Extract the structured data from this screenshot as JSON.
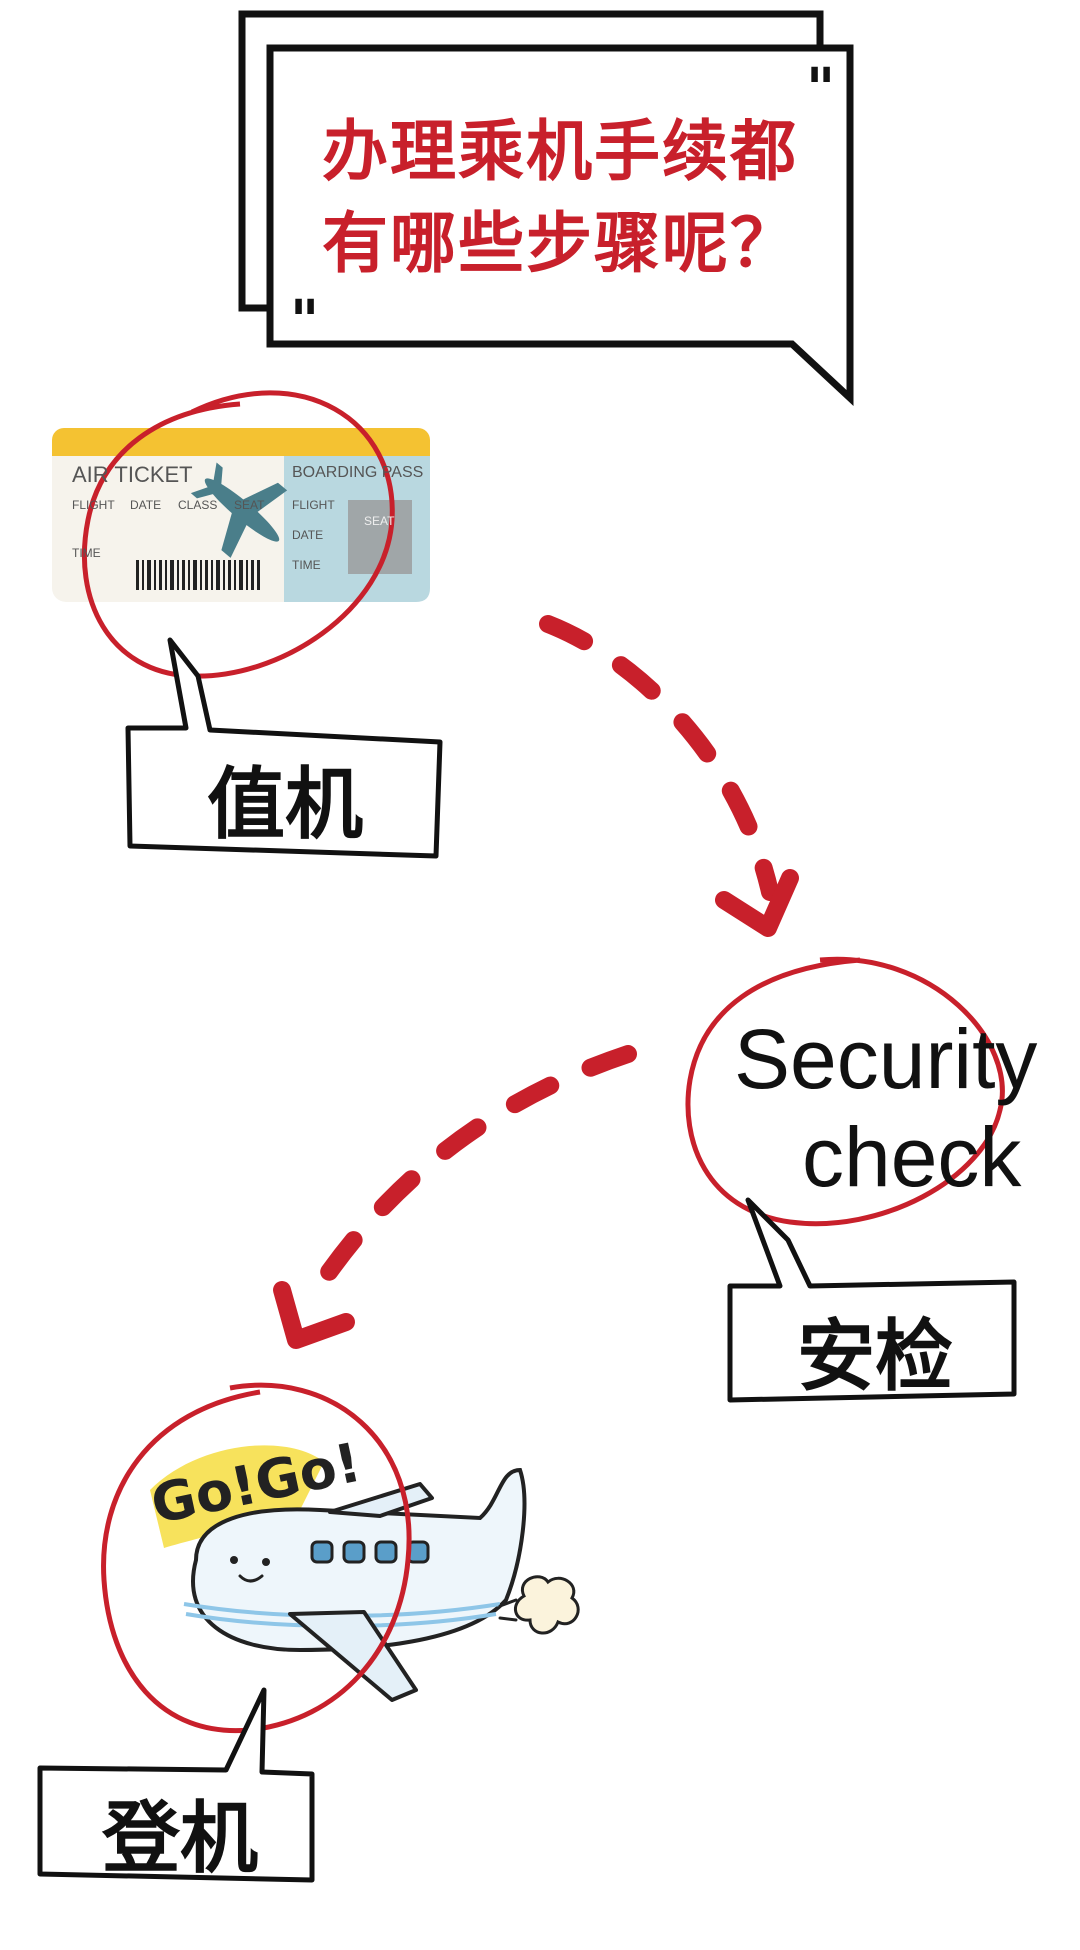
{
  "title": {
    "line1": "办理乘机手续都",
    "line2": "有哪些步骤呢？"
  },
  "ticket": {
    "air_ticket": "AIR TICKET",
    "flight": "FLIGHT",
    "date": "DATE",
    "class": "CLASS",
    "seat": "SEAT",
    "time": "TIME",
    "boarding_pass": "BOARDING PASS",
    "bp_flight": "FLIGHT",
    "bp_date": "DATE",
    "bp_time": "TIME",
    "bp_seat": "SEAT"
  },
  "steps": {
    "checkin_label": "值机",
    "security_line1": "Security",
    "security_line2": "check",
    "security_label": "安检",
    "boarding_label": "登机"
  },
  "plane": {
    "gogo": "Go!Go!"
  },
  "colors": {
    "accent_red": "#c8202b",
    "ticket_yellow": "#f4c232",
    "ticket_blue": "#b9d8e0",
    "plane_teal": "#4a7e8a"
  }
}
